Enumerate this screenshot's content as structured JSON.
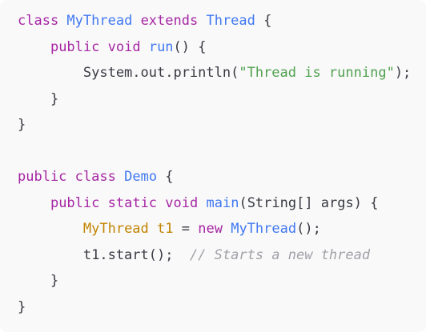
{
  "code": {
    "lines": [
      [
        {
          "t": "class ",
          "k": "kw"
        },
        {
          "t": "MyThread",
          "k": "type"
        },
        {
          "t": " ",
          "k": "plain"
        },
        {
          "t": "extends",
          "k": "kw"
        },
        {
          "t": " ",
          "k": "plain"
        },
        {
          "t": "Thread",
          "k": "type"
        },
        {
          "t": " {",
          "k": "plain"
        }
      ],
      [
        {
          "t": "    ",
          "k": "plain"
        },
        {
          "t": "public",
          "k": "kw"
        },
        {
          "t": " ",
          "k": "plain"
        },
        {
          "t": "void",
          "k": "kw"
        },
        {
          "t": " ",
          "k": "plain"
        },
        {
          "t": "run",
          "k": "fn"
        },
        {
          "t": "() {",
          "k": "plain"
        }
      ],
      [
        {
          "t": "        System.out.println(",
          "k": "plain"
        },
        {
          "t": "\"Thread is running\"",
          "k": "str"
        },
        {
          "t": ");",
          "k": "plain"
        }
      ],
      [
        {
          "t": "    }",
          "k": "plain"
        }
      ],
      [
        {
          "t": "}",
          "k": "plain"
        }
      ],
      [
        {
          "t": "",
          "k": "plain"
        }
      ],
      [
        {
          "t": "public",
          "k": "kw"
        },
        {
          "t": " ",
          "k": "plain"
        },
        {
          "t": "class",
          "k": "kw"
        },
        {
          "t": " ",
          "k": "plain"
        },
        {
          "t": "Demo",
          "k": "type"
        },
        {
          "t": " {",
          "k": "plain"
        }
      ],
      [
        {
          "t": "    ",
          "k": "plain"
        },
        {
          "t": "public",
          "k": "kw"
        },
        {
          "t": " ",
          "k": "plain"
        },
        {
          "t": "static",
          "k": "kw"
        },
        {
          "t": " ",
          "k": "plain"
        },
        {
          "t": "void",
          "k": "kw"
        },
        {
          "t": " ",
          "k": "plain"
        },
        {
          "t": "main",
          "k": "fn"
        },
        {
          "t": "(String[] args) {",
          "k": "plain"
        }
      ],
      [
        {
          "t": "        ",
          "k": "plain"
        },
        {
          "t": "MyThread",
          "k": "var"
        },
        {
          "t": " ",
          "k": "plain"
        },
        {
          "t": "t1",
          "k": "var"
        },
        {
          "t": " = ",
          "k": "plain"
        },
        {
          "t": "new",
          "k": "kw"
        },
        {
          "t": " ",
          "k": "plain"
        },
        {
          "t": "MyThread",
          "k": "type"
        },
        {
          "t": "();",
          "k": "plain"
        }
      ],
      [
        {
          "t": "        t1.start();  ",
          "k": "plain"
        },
        {
          "t": "// Starts a new thread",
          "k": "cmt"
        }
      ],
      [
        {
          "t": "    }",
          "k": "plain"
        }
      ],
      [
        {
          "t": "}",
          "k": "plain"
        }
      ]
    ],
    "colors": {
      "background": "#f9f9f9",
      "keyword": "#a626a4",
      "type": "#4078f2",
      "function": "#4078f2",
      "variable": "#c18401",
      "string": "#50a14f",
      "comment": "#a0a1a7",
      "plain": "#383a42"
    }
  }
}
